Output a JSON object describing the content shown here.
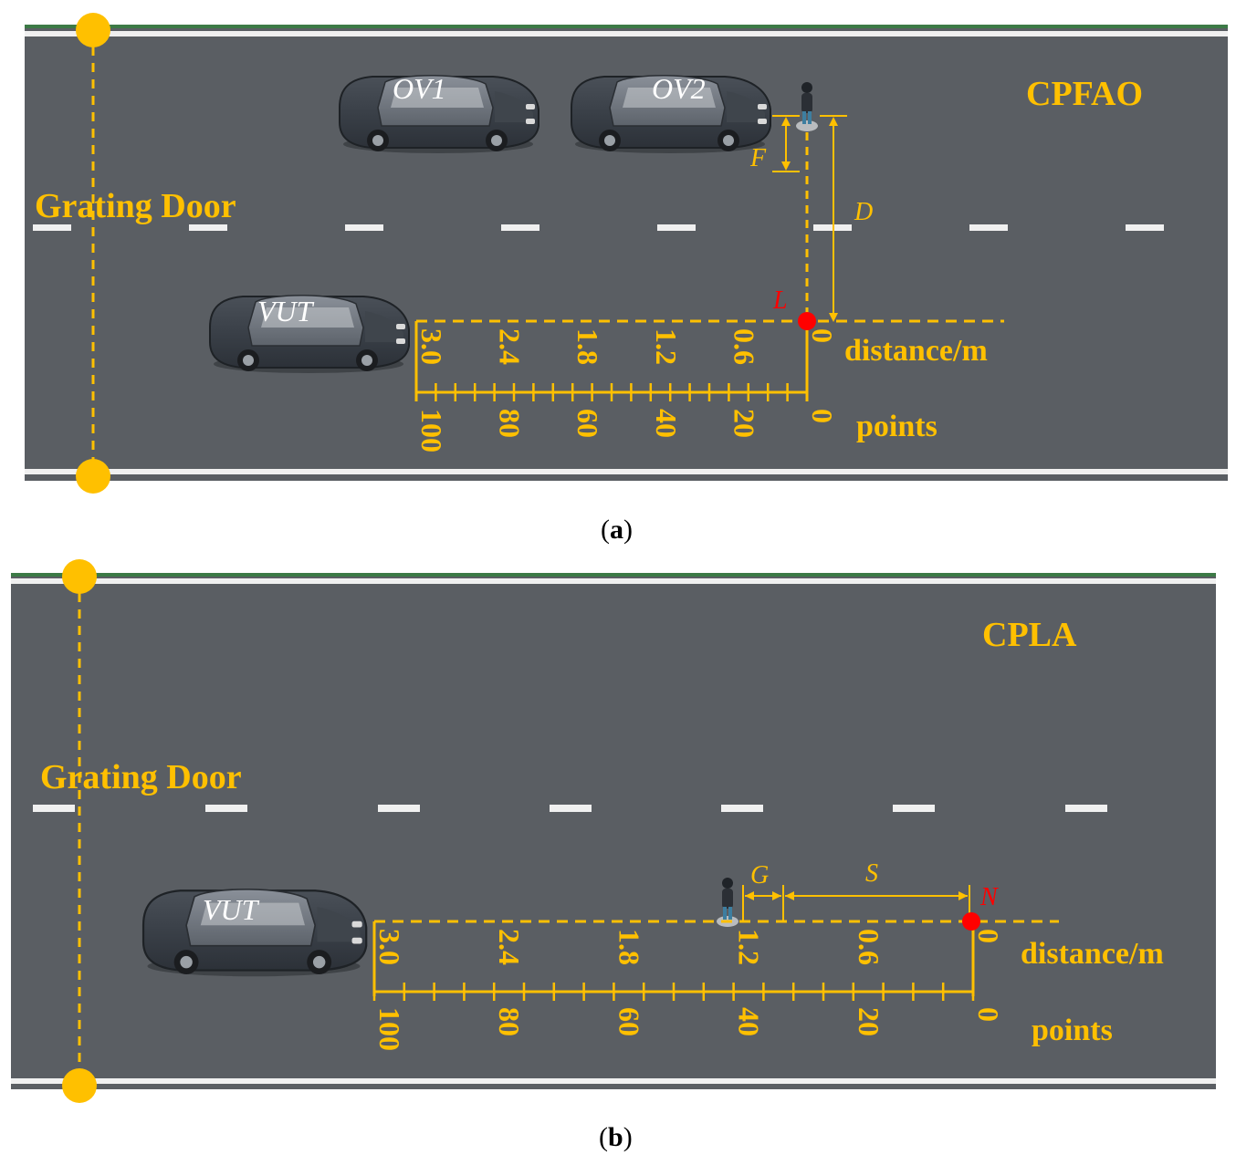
{
  "panel_a": {
    "scenario": "CPFAO",
    "grating_door": "Grating Door",
    "ov1": "OV1",
    "ov2": "OV2",
    "vut": "VUT",
    "point_L": "L",
    "dim_F": "F",
    "dim_D": "D",
    "distance_label": "distance/m",
    "points_label": "points",
    "distance_ticks": [
      "3.0",
      "2.4",
      "1.8",
      "1.2",
      "0.6",
      "0"
    ],
    "points_ticks": [
      "100",
      "80",
      "60",
      "40",
      "20",
      "0"
    ],
    "caption_pre": "(",
    "caption_letter": "a",
    "caption_post": ")"
  },
  "panel_b": {
    "scenario": "CPLA",
    "grating_door": "Grating Door",
    "vut": "VUT",
    "point_N": "N",
    "dim_G": "G",
    "dim_S": "S",
    "distance_label": "distance/m",
    "points_label": "points",
    "distance_ticks": [
      "3.0",
      "2.4",
      "1.8",
      "1.2",
      "0.6",
      "0"
    ],
    "points_ticks": [
      "100",
      "80",
      "60",
      "40",
      "20",
      "0"
    ],
    "caption_pre": "(",
    "caption_letter": "b",
    "caption_post": ")"
  },
  "colors": {
    "road": "#5a5e63",
    "marking": "#FFC000",
    "lane": "#f0f0f0",
    "point": "#ff0000"
  }
}
